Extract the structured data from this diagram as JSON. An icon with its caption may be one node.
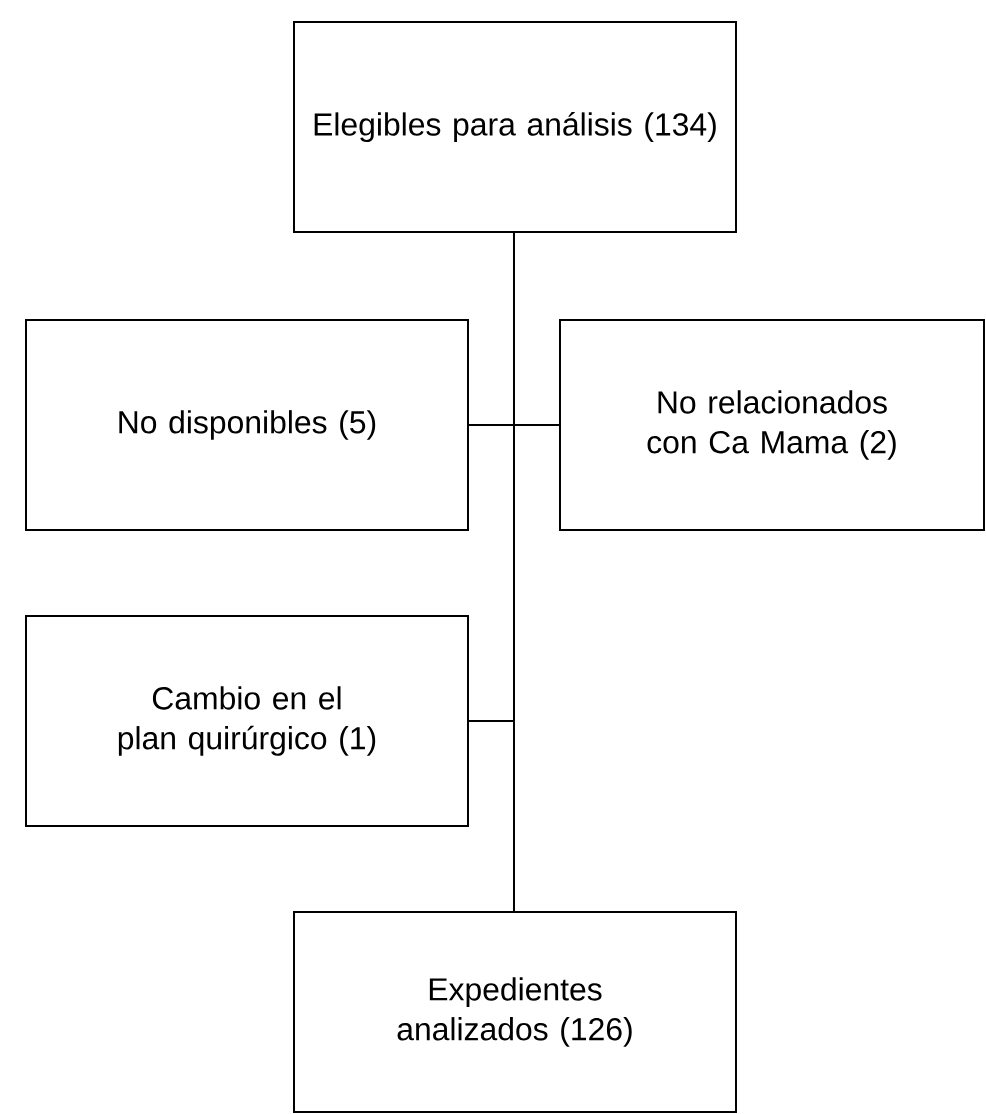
{
  "diagram": {
    "nodes": [
      {
        "text": [
          "Elegibles para análisis (134)"
        ]
      },
      {
        "text": [
          "No disponibles (5)"
        ]
      },
      {
        "text": [
          "No relacionados con Ca Mama (2)"
        ]
      },
      {
        "text": [
          "Cambio en el plan quirúrgico (1)"
        ]
      },
      {
        "text": [
          "Expedientes analizados (126)"
        ]
      }
    ],
    "edges": [
      {
        "from": 0,
        "to": 1,
        "arrow": "none"
      },
      {
        "from": 0,
        "to": 2,
        "arrow": "none"
      },
      {
        "from": 0,
        "to": 3,
        "arrow": "none"
      },
      {
        "from": 0,
        "to": 4,
        "arrow": "none"
      }
    ]
  }
}
